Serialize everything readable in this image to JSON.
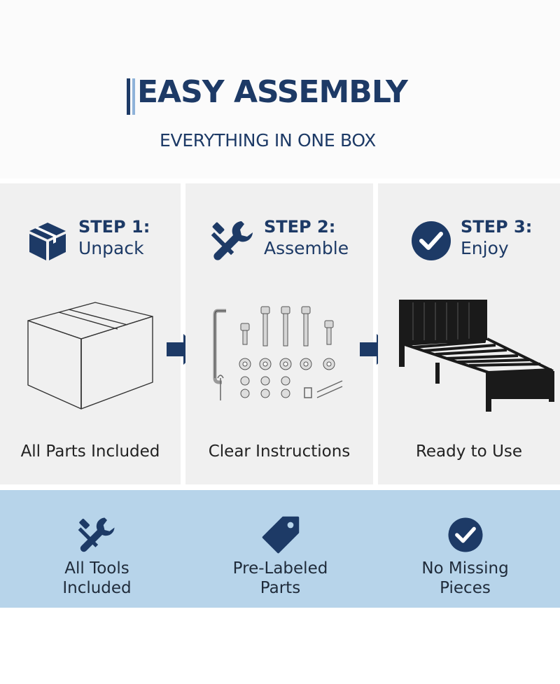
{
  "header": {
    "title": "EASY ASSEMBLY",
    "subtitle": "EVERYTHING IN ONE BOX"
  },
  "steps": [
    {
      "title": "STEP 1:",
      "subtitle": "Unpack",
      "icon": "box-icon",
      "caption": "All Parts Included"
    },
    {
      "title": "STEP 2:",
      "subtitle": "Assemble",
      "icon": "wrench-screwdriver-icon",
      "caption": "Clear Instructions"
    },
    {
      "title": "STEP 3:",
      "subtitle": "Enjoy",
      "icon": "check-circle-icon",
      "caption": "Ready to Use"
    }
  ],
  "features": [
    {
      "label": "All Tools\nIncluded",
      "icon": "wrench-screwdriver-icon"
    },
    {
      "label": "Pre-Labeled\nParts",
      "icon": "tag-icon"
    },
    {
      "label": "No Missing\nPieces",
      "icon": "check-circle-icon"
    }
  ],
  "colors": {
    "primary": "#1d3a66",
    "accent": "#8fb3d9",
    "panel_bg": "#f0f0f0",
    "band_bg": "#b7d4ea"
  }
}
